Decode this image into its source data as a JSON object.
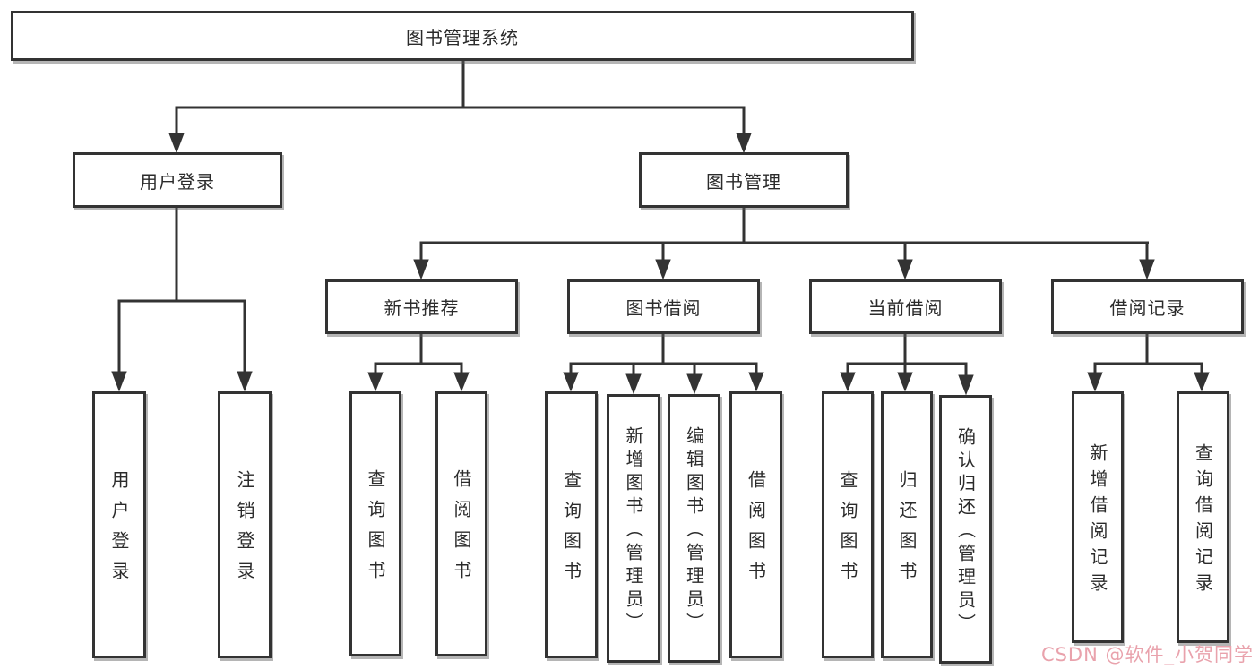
{
  "diagram": {
    "background_color": "#ffffff",
    "line_color": "#333333",
    "box_border_color": "#333333",
    "text_color": "#2b2b2b",
    "watermark": {
      "text": "CSDN @软件_小贺同学",
      "color": "#e9a2ac"
    },
    "nodes": {
      "root": {
        "label": "图书管理系统"
      },
      "user_login": {
        "label": "用户登录"
      },
      "book_mgmt": {
        "label": "图书管理"
      },
      "new_book_rec": {
        "label": "新书推荐"
      },
      "book_borrow": {
        "label": "图书借阅"
      },
      "current_borrow": {
        "label": "当前借阅"
      },
      "borrow_records": {
        "label": "借阅记录"
      },
      "leaf_user_login": {
        "label": "用户登录"
      },
      "leaf_logout": {
        "label": "注销登录"
      },
      "leaf_nbr_query": {
        "label": "查询图书"
      },
      "leaf_nbr_borrow": {
        "label": "借阅图书"
      },
      "leaf_bb_query": {
        "label": "查询图书"
      },
      "leaf_bb_add": {
        "label": "新增图书（管理员）"
      },
      "leaf_bb_edit": {
        "label": "编辑图书（管理员）"
      },
      "leaf_bb_borrow": {
        "label": "借阅图书"
      },
      "leaf_cb_query": {
        "label": "查询图书"
      },
      "leaf_cb_return": {
        "label": "归还图书"
      },
      "leaf_cb_confirm": {
        "label": "确认归还（管理员）"
      },
      "leaf_br_add": {
        "label": "新增借阅记录"
      },
      "leaf_br_query": {
        "label": "查询借阅记录"
      }
    }
  }
}
